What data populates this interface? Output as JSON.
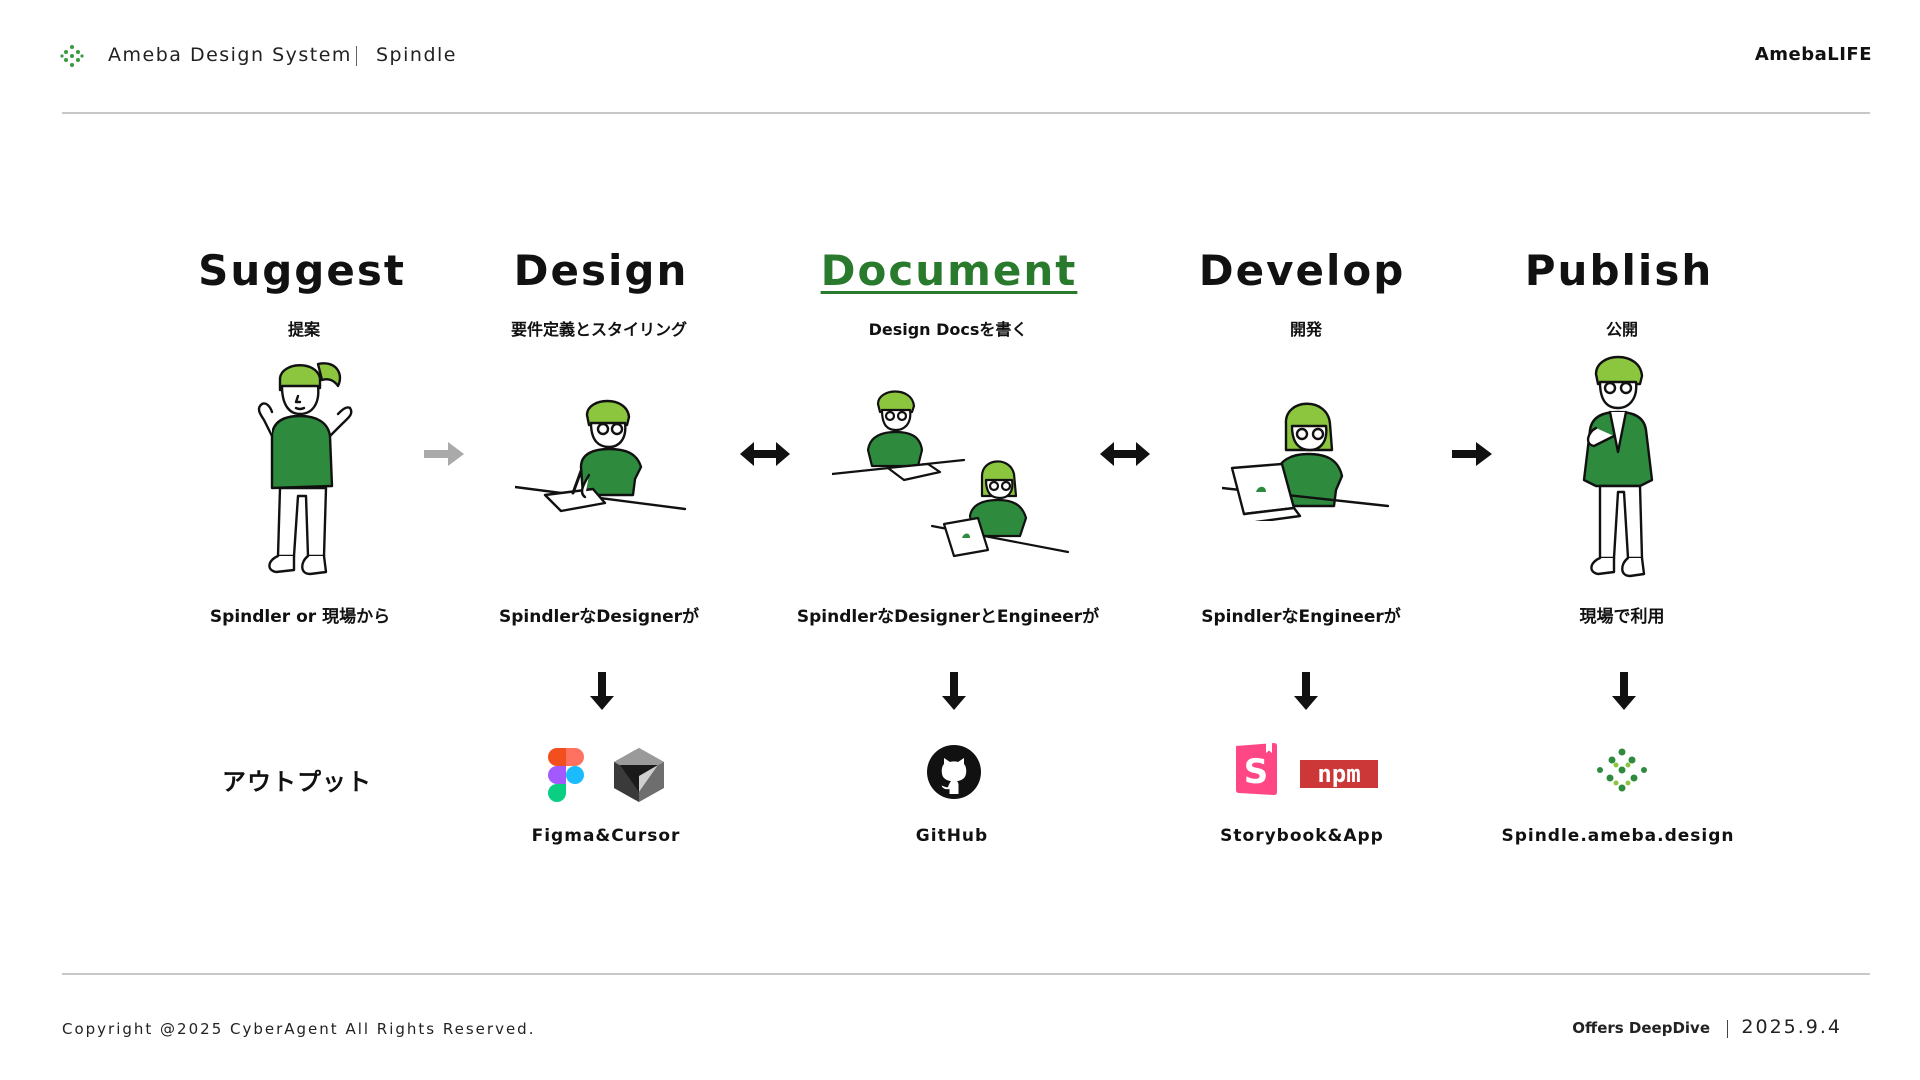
{
  "header": {
    "brand": "Ameba Design System",
    "sub_brand": "Spindle",
    "company_logo": "AmebaLIFE"
  },
  "steps": [
    {
      "title": "Suggest",
      "subtitle": "提案",
      "actor": "Spindler or 現場から",
      "output": "",
      "active": false
    },
    {
      "title": "Design",
      "subtitle": "要件定義とスタイリング",
      "actor": "SpindlerなDesignerが",
      "output": "Figma&Cursor",
      "active": false
    },
    {
      "title": "Document",
      "subtitle": "Design Docsを書く",
      "actor": "SpindlerなDesignerとEngineerが",
      "output": "GitHub",
      "active": true
    },
    {
      "title": "Develop",
      "subtitle": "開発",
      "actor": "SpindlerなEngineerが",
      "output": "Storybook&App",
      "active": false
    },
    {
      "title": "Publish",
      "subtitle": "公開",
      "actor": "現場で利用",
      "output": "Spindle.ameba.design",
      "active": false
    }
  ],
  "output_row_label": "アウトプット",
  "connectors": [
    "arrow-right-gray",
    "arrow-bidirectional",
    "arrow-bidirectional",
    "arrow-right"
  ],
  "output_icons": {
    "design": [
      "figma-icon",
      "cursor-icon"
    ],
    "document": [
      "github-icon"
    ],
    "develop": [
      "storybook-icon",
      "npm-icon"
    ],
    "publish": [
      "spindle-icon"
    ]
  },
  "npm_label": "npm",
  "storybook_letter": "S",
  "colors": {
    "accent_green": "#2a7a2e",
    "illustration_green": "#2e8b3e",
    "hair_green": "#8cc63f",
    "npm_red": "#cb3837",
    "storybook_pink": "#ff4785",
    "arrow_gray": "#aaaaaa"
  },
  "footer": {
    "copyright": "Copyright @2025 CyberAgent All Rights Reserved.",
    "event": "Offers DeepDive",
    "date": "2025.9.4"
  }
}
